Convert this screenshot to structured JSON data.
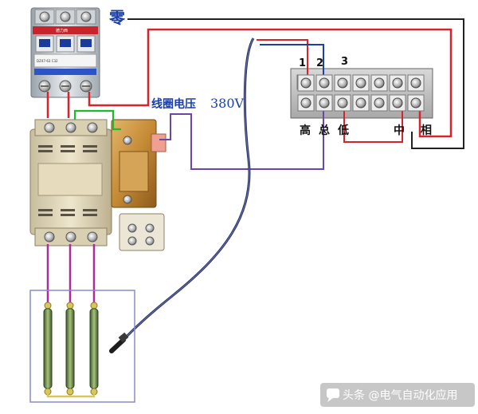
{
  "labels": {
    "neutral": "零",
    "coil_voltage": "线圈电压",
    "coil_voltage_value": "380V",
    "terminal_numbers": [
      "1",
      "2",
      "3"
    ],
    "controller_terminals": [
      "高",
      "总",
      "低",
      "中",
      "相"
    ]
  },
  "breaker": {
    "brand": "德力西",
    "rating": "DZ47-63 C32"
  },
  "watermark": {
    "icon": "speech-bubble-icon",
    "text": "头条 @电气自动化应用"
  },
  "colors": {
    "wire_red": "#d8232a",
    "wire_blue": "#1f3fa8",
    "wire_green": "#1bbb2a",
    "wire_magenta": "#b02a9a",
    "wire_black": "#222222",
    "wire_purple": "#6a46a8",
    "label_blue": "#1a3fa8"
  }
}
